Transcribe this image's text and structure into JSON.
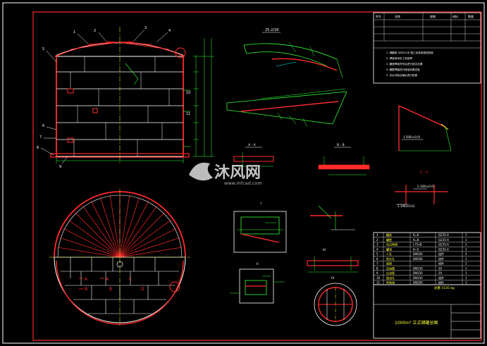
{
  "watermark": {
    "brand_cn": "沐风网",
    "url": "www.mfcad.com"
  },
  "views": {
    "roof_section_title": "25.2/18",
    "detail_title_a": "A - A",
    "detail_title_b": "B - B",
    "detail_title_c": "C - C",
    "detail_title_1": "I",
    "detail_title_2": "II",
    "detail_title_3": "III",
    "detail_title_4": "IV",
    "elev_1": "1.500(±0.0)",
    "elev_2": "2.100(±0.0)",
    "elev_3": "1.100(±0.0)"
  },
  "callouts": [
    "1",
    "2",
    "3",
    "4",
    "5",
    "6",
    "7",
    "8",
    "9",
    "10",
    "11"
  ],
  "plan_marks": {
    "a1": "A",
    "a2": "A",
    "b1": "B",
    "b2": "B",
    "c": "C",
    "d": "D"
  },
  "title_block": {
    "drawing_name": "1000m³ 立式储罐总图",
    "total_weight": "总重 1535 kg",
    "spec_heading": [
      "序号",
      "名称",
      "规格",
      "材料",
      "数量"
    ],
    "notes": [
      "1. 储罐按 GB50128 施工及验收规范制造",
      "2. 焊接采用手工电弧焊",
      "3. 罐底焊接完毕后进行真空试漏",
      "4. 罐壁焊缝进行煤油渗漏试验",
      "5. 充水试验合格后进行防腐"
    ],
    "bom_rows": [
      [
        "1",
        "罐底",
        "δ=6",
        "Q235-A",
        "1"
      ],
      [
        "2",
        "罐壁",
        "δ=8",
        "Q235-A",
        "1"
      ],
      [
        "3",
        "包边角钢",
        "L75x8",
        "Q235-A",
        "1"
      ],
      [
        "4",
        "罐顶",
        "δ=5",
        "Q235-A",
        "1"
      ],
      [
        "5",
        "人孔",
        "DN500",
        "组件",
        "2"
      ],
      [
        "6",
        "透光孔",
        "DN500",
        "组件",
        "1"
      ],
      [
        "7",
        "盘梯",
        "",
        "组件",
        "1"
      ],
      [
        "8",
        "进油管",
        "DN150",
        "20",
        "1"
      ],
      [
        "9",
        "出油管",
        "DN150",
        "20",
        "1"
      ],
      [
        "10",
        "量油孔",
        "DN150",
        "组件",
        "1"
      ],
      [
        "11",
        "呼吸阀",
        "DN200",
        "组件",
        "1"
      ]
    ]
  },
  "colors": {
    "background": "#000000",
    "frame": "#ff2a2a",
    "line": "#ffffff",
    "geometry": "#33ff33",
    "accent": "#ffff33",
    "dim": "#00ffff"
  }
}
